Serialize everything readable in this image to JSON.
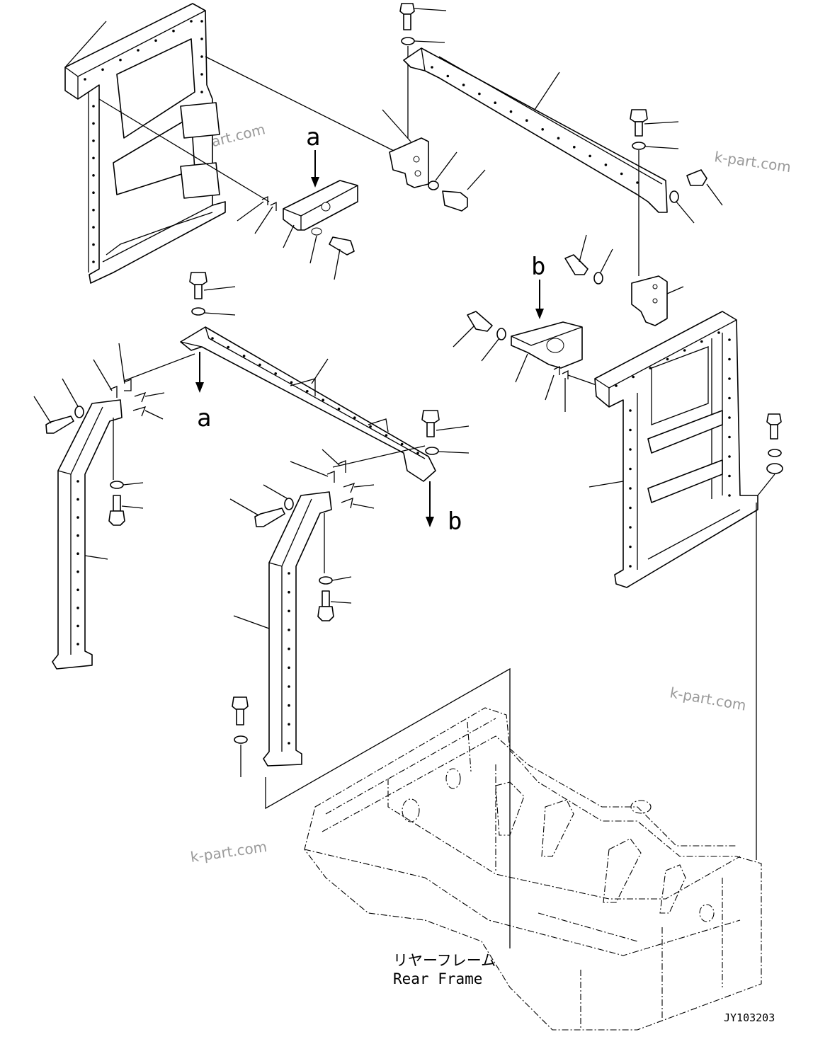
{
  "ref_letters": {
    "a_top": "a",
    "a_bottom": "a",
    "b_top": "b",
    "b_bottom": "b"
  },
  "watermark": "k-part.com",
  "frame_label_jp": "リヤーフレーム",
  "frame_label_en": "Rear Frame",
  "drawing_code": "JY103203"
}
